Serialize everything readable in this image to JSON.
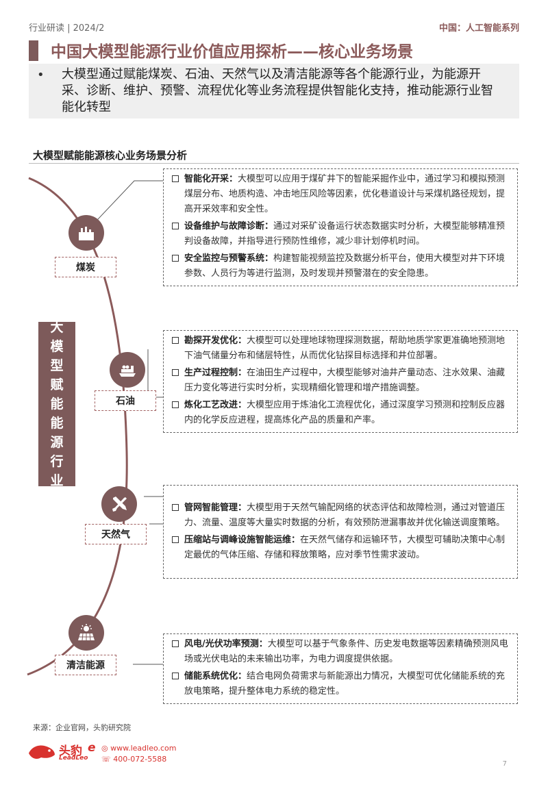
{
  "header": {
    "left": "行业研读 | 2024/2",
    "right": "中国：人工智能系列"
  },
  "title": "中国大模型能源行业价值应用探析——核心业务场景",
  "summary": {
    "bullet": "•",
    "text": "大模型通过赋能煤炭、石油、天然气以及清洁能源等各个能源行业，为能源开采、诊断、维护、预警、流程优化等业务流程提供智能化支持，推动能源行业智能化转型"
  },
  "subtitle": "大模型赋能能源核心业务场景分析",
  "vertical_label": [
    "大",
    "模",
    "型",
    "赋",
    "能",
    "能",
    "源",
    "行",
    "业"
  ],
  "categories": [
    {
      "name": "煤炭",
      "icon": "factory-icon",
      "items": [
        {
          "label": "智能化开采：",
          "text": "大模型可以应用于煤矿井下的智能采掘作业中，通过学习和模拟预测煤层分布、地质构造、冲击地压风险等因素，优化巷道设计与采煤机路径规划，提高开采效率和安全性。"
        },
        {
          "label": "设备维护与故障诊断：",
          "text": "通过对采矿设备运行状态数据实时分析，大模型能够精准预判设备故障，并指导进行预防性维修，减少非计划停机时间。"
        },
        {
          "label": "安全监控与预警系统：",
          "text": "构建智能视频监控及数据分析平台，使用大模型对井下环境参数、人员行为等进行监测，及时发现并预警潜在的安全隐患。"
        }
      ]
    },
    {
      "name": "石油",
      "icon": "oil-tanker-icon",
      "items": [
        {
          "label": "勘探开发优化：",
          "text": "大模型可以处理地球物理探测数据，帮助地质学家更准确地预测地下油气储量分布和储层特性，从而优化钻探目标选择和井位部署。"
        },
        {
          "label": "生产过程控制：",
          "text": "在油田生产过程中，大模型能够对油井产量动态、注水效果、油藏压力变化等进行实时分析，实现精细化管理和增产措施调整。"
        },
        {
          "label": "炼化工艺改进：",
          "text": "大模型应用于炼油化工流程优化，通过深度学习预测和控制反应器内的化学反应进程，提高炼化产品的质量和产率。"
        }
      ]
    },
    {
      "name": "天然气",
      "icon": "tools-icon",
      "items": [
        {
          "label": "管网智能管理：",
          "text": "大模型用于天然气输配网络的状态评估和故障检测，通过对管道压力、流量、温度等大量实时数据的分析，有效预防泄漏事故并优化输送调度策略。"
        },
        {
          "label": "压缩站与调峰设施智能运维：",
          "text": "在天然气储存和运输环节，大模型可辅助决策中心制定最优的气体压缩、存储和释放策略，应对季节性需求波动。"
        }
      ]
    },
    {
      "name": "清洁能源",
      "icon": "solar-panel-icon",
      "items": [
        {
          "label": "风电/光伏功率预测：",
          "text": "大模型可以基于气象条件、历史发电数据等因素精确预测风电场或光伏电站的未来输出功率，为电力调度提供依据。"
        },
        {
          "label": "储能系统优化：",
          "text": "结合电网负荷需求与新能源出力情况，大模型可优化储能系统的充放电策略，提升整体电力系统的稳定性。"
        }
      ]
    }
  ],
  "footer": {
    "source": "来源：企业官网，头豹研究院",
    "logo_cn": "头豹",
    "logo_e": "e",
    "logo_en": "LeadLeo",
    "website": "www.leadleo.com",
    "phone": "400-072-5588",
    "page": "7"
  },
  "colors": {
    "accent": "#7d5a5a",
    "title": "#8b5a5a",
    "brand_red": "#d8322e"
  }
}
